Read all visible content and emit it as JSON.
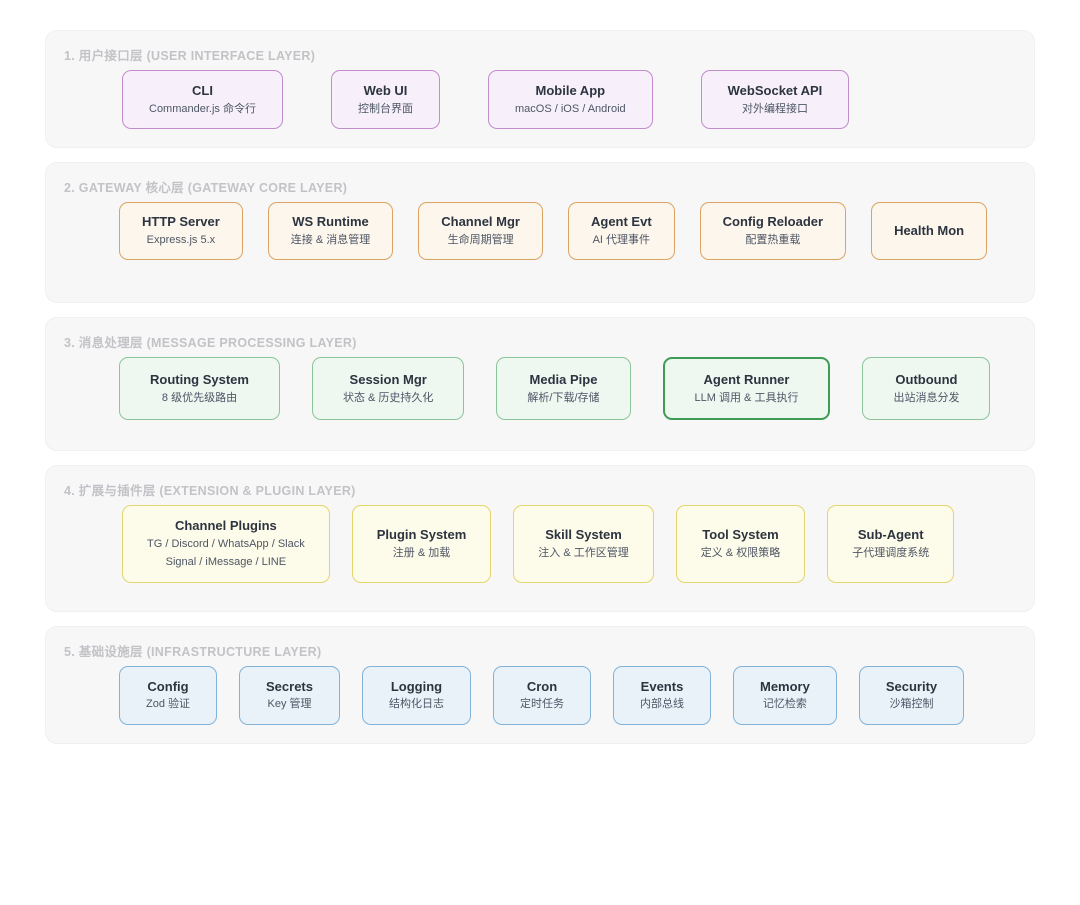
{
  "layers": [
    {
      "id": "user-interface-layer",
      "title": "1. 用户接口层 (USER INTERFACE LAYER)",
      "palette": "purple",
      "cards": [
        {
          "title": "CLI",
          "subs": [
            "Commander.js 命令行"
          ]
        },
        {
          "title": "Web UI",
          "subs": [
            "控制台界面"
          ]
        },
        {
          "title": "Mobile App",
          "subs": [
            "macOS / iOS / Android"
          ]
        },
        {
          "title": "WebSocket API",
          "subs": [
            "对外编程接口"
          ]
        }
      ]
    },
    {
      "id": "gateway-core-layer",
      "title": "2. GATEWAY 核心层 (GATEWAY CORE LAYER)",
      "palette": "amber",
      "cards": [
        {
          "title": "HTTP Server",
          "subs": [
            "Express.js 5.x"
          ]
        },
        {
          "title": "WS Runtime",
          "subs": [
            "连接 & 消息管理"
          ]
        },
        {
          "title": "Channel Mgr",
          "subs": [
            "生命周期管理"
          ]
        },
        {
          "title": "Agent Evt",
          "subs": [
            "AI 代理事件"
          ]
        },
        {
          "title": "Config Reloader",
          "subs": [
            "配置热重载"
          ]
        },
        {
          "title": "Health Mon",
          "subs": []
        }
      ]
    },
    {
      "id": "message-processing-layer",
      "title": "3. 消息处理层 (MESSAGE PROCESSING LAYER)",
      "palette": "green",
      "cards": [
        {
          "title": "Routing System",
          "subs": [
            "8 级优先级路由"
          ]
        },
        {
          "title": "Session Mgr",
          "subs": [
            "状态 & 历史持久化"
          ]
        },
        {
          "title": "Media Pipe",
          "subs": [
            "解析/下载/存储"
          ]
        },
        {
          "title": "Agent Runner",
          "subs": [
            "LLM 调用 & 工具执行"
          ],
          "highlight": true
        },
        {
          "title": "Outbound",
          "subs": [
            "出站消息分发"
          ]
        }
      ]
    },
    {
      "id": "extension-plugin-layer",
      "title": "4. 扩展与插件层 (EXTENSION & PLUGIN LAYER)",
      "palette": "yellow",
      "cards": [
        {
          "title": "Channel Plugins",
          "subs": [
            "TG / Discord / WhatsApp / Slack",
            "Signal / iMessage / LINE"
          ]
        },
        {
          "title": "Plugin System",
          "subs": [
            "注册 & 加载"
          ]
        },
        {
          "title": "Skill System",
          "subs": [
            "注入 & 工作区管理"
          ]
        },
        {
          "title": "Tool System",
          "subs": [
            "定义 & 权限策略"
          ]
        },
        {
          "title": "Sub-Agent",
          "subs": [
            "子代理调度系统"
          ]
        }
      ]
    },
    {
      "id": "infrastructure-layer",
      "title": "5. 基础设施层 (INFRASTRUCTURE LAYER)",
      "palette": "blue",
      "cards": [
        {
          "title": "Config",
          "subs": [
            "Zod 验证"
          ]
        },
        {
          "title": "Secrets",
          "subs": [
            "Key 管理"
          ]
        },
        {
          "title": "Logging",
          "subs": [
            "结构化日志"
          ]
        },
        {
          "title": "Cron",
          "subs": [
            "定时任务"
          ]
        },
        {
          "title": "Events",
          "subs": [
            "内部总线"
          ]
        },
        {
          "title": "Memory",
          "subs": [
            "记忆检索"
          ]
        },
        {
          "title": "Security",
          "subs": [
            "沙箱控制"
          ]
        }
      ]
    }
  ],
  "colors": {
    "page_background": "#ffffff",
    "layer_background": "#f7f7f8",
    "layer_title": "#c3c3c7",
    "card_title": "#2c3440",
    "card_subtitle": "#4d5665",
    "purple_fill": "#f7f0fa",
    "purple_border": "#c28bcb",
    "amber_fill": "#fdf6ec",
    "amber_border": "#dba463",
    "green_fill": "#eef7f0",
    "green_border": "#8cc59a",
    "green_highlight_border": "#3f9c54",
    "yellow_fill": "#fdfbe9",
    "yellow_border": "#e3d56d",
    "blue_fill": "#eaf2f9",
    "blue_border": "#82b2d6"
  }
}
